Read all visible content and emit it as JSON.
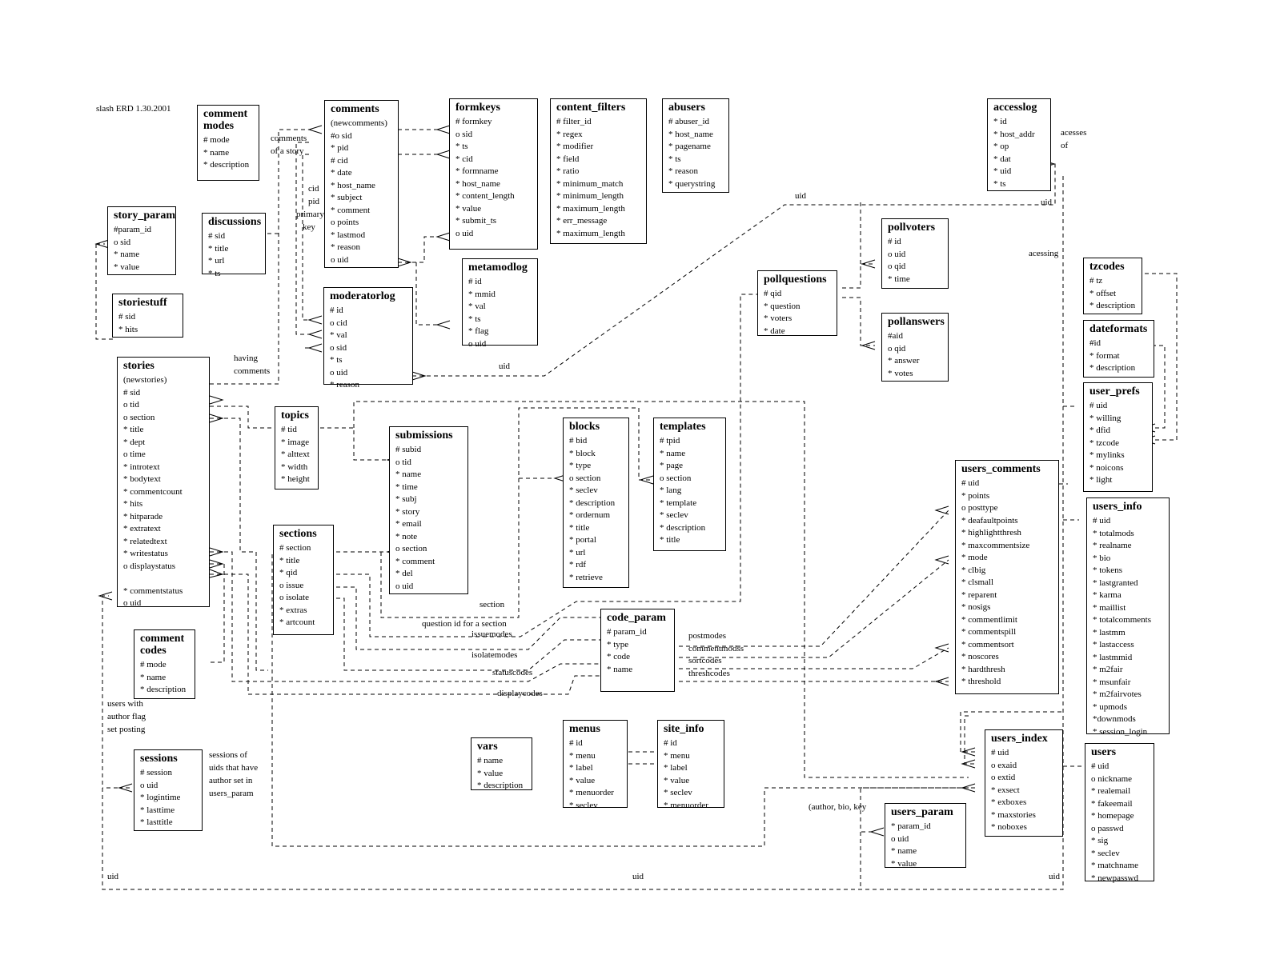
{
  "title": "slash ERD 1.30.2001",
  "entities": {
    "comment_modes": {
      "title": [
        "comment",
        "modes"
      ],
      "fields": [
        "# mode",
        "* name",
        "* description"
      ]
    },
    "comments": {
      "title": [
        "comments"
      ],
      "subtitle": "(newcomments)",
      "fields": [
        "#o sid",
        "*  pid",
        "#  cid",
        "* date",
        "* host_name",
        "* subject",
        "* comment",
        "o points",
        "* lastmod",
        "* reason",
        "o uid"
      ]
    },
    "formkeys": {
      "title": [
        "formkeys"
      ],
      "fields": [
        "# formkey",
        "o sid",
        "* ts",
        "* cid",
        "* formname",
        "* host_name",
        "* content_length",
        "* value",
        "* submit_ts",
        "o uid"
      ]
    },
    "content_filters": {
      "title": [
        "content_filters"
      ],
      "fields": [
        "# filter_id",
        "* regex",
        "* modifier",
        "* field",
        "* ratio",
        "* minimum_match",
        "* minimum_length",
        "* maximum_length",
        "* err_message",
        "* maximum_length"
      ]
    },
    "abusers": {
      "title": [
        "abusers"
      ],
      "fields": [
        "# abuser_id",
        "* host_name",
        "* pagename",
        "* ts",
        "* reason",
        "* querystring"
      ]
    },
    "accesslog": {
      "title": [
        "accesslog"
      ],
      "fields": [
        "*  id",
        "* host_addr",
        "* op",
        "* dat",
        "* uid",
        "* ts"
      ]
    },
    "story_param": {
      "title": [
        "story_param"
      ],
      "fields": [
        "#param_id",
        "o sid",
        "* name",
        "* value"
      ]
    },
    "discussions": {
      "title": [
        "discussions"
      ],
      "fields": [
        "# sid",
        "* title",
        "* url",
        "* ts"
      ]
    },
    "storiestuff": {
      "title": [
        "storiestuff"
      ],
      "fields": [
        "# sid",
        "* hits"
      ]
    },
    "moderatorlog": {
      "title": [
        "moderatorlog"
      ],
      "fields": [
        "# id",
        "o cid",
        "* val",
        "o sid",
        "* ts",
        "o uid",
        "* reason"
      ]
    },
    "metamodlog": {
      "title": [
        "metamodlog"
      ],
      "fields": [
        "#  id",
        "*  mmid",
        "*  val",
        "* ts",
        "* flag",
        "o uid"
      ]
    },
    "pollvoters": {
      "title": [
        "pollvoters"
      ],
      "fields": [
        "# id",
        "o uid",
        "o qid",
        "* time"
      ]
    },
    "pollquestions": {
      "title": [
        "pollquestions"
      ],
      "fields": [
        "# qid",
        "* question",
        "* voters",
        "* date"
      ]
    },
    "pollanswers": {
      "title": [
        "pollanswers"
      ],
      "fields": [
        "#aid",
        "o qid",
        "* answer",
        "* votes"
      ]
    },
    "tzcodes": {
      "title": [
        "tzcodes"
      ],
      "fields": [
        "# tz",
        "* offset",
        "* description"
      ]
    },
    "dateformats": {
      "title": [
        "dateformats"
      ],
      "fields": [
        "#id",
        "* format",
        "* description"
      ]
    },
    "user_prefs": {
      "title": [
        "user_prefs"
      ],
      "fields": [
        "# uid",
        "* willing",
        "* dfid",
        "* tzcode",
        "* mylinks",
        "* noicons",
        "* light"
      ]
    },
    "stories": {
      "title": [
        "stories"
      ],
      "subtitle": "(newstories)",
      "fields": [
        "# sid",
        "o tid",
        "o section",
        "* title",
        "* dept",
        "o time",
        "* introtext",
        "* bodytext",
        "* commentcount",
        "* hits",
        "* hitparade",
        "* extratext",
        "* relatedtext",
        "* writestatus",
        "o displaystatus",
        "",
        "* commentstatus",
        "o uid"
      ]
    },
    "topics": {
      "title": [
        "topics"
      ],
      "fields": [
        "# tid",
        "* image",
        "* alttext",
        "* width",
        "* height"
      ]
    },
    "submissions": {
      "title": [
        "submissions"
      ],
      "fields": [
        "# subid",
        "o tid",
        "* name",
        "* time",
        "* subj",
        "* story",
        "* email",
        "* note",
        "o section",
        "* comment",
        "* del",
        "o uid"
      ]
    },
    "blocks": {
      "title": [
        "blocks"
      ],
      "fields": [
        "# bid",
        "* block",
        "* type",
        "o section",
        "* seclev",
        "* description",
        "* ordernum",
        "* title",
        "* portal",
        "* url",
        "* rdf",
        "* retrieve"
      ]
    },
    "templates": {
      "title": [
        "templates"
      ],
      "fields": [
        "# tpid",
        "* name",
        "* page",
        "o section",
        "* lang",
        "* template",
        "* seclev",
        "* description",
        "* title"
      ]
    },
    "sections": {
      "title": [
        "sections"
      ],
      "fields": [
        "# section",
        "* title",
        "* qid",
        "o  issue",
        "o isolate",
        "* extras",
        "* artcount"
      ]
    },
    "users_comments": {
      "title": [
        "users_comments"
      ],
      "fields": [
        "# uid",
        "* points",
        "o posttype",
        "* deafaultpoints",
        "* highlightthresh",
        "* maxcommentsize",
        "* mode",
        "* clbig",
        "* clsmall",
        "* reparent",
        "* nosigs",
        "* commentlimit",
        "* commentspill",
        "* commentsort",
        "* noscores",
        "* hardthresh",
        "* threshold"
      ]
    },
    "users_info": {
      "title": [
        "users_info"
      ],
      "fields": [
        "# uid",
        "* totalmods",
        "* realname",
        "* bio",
        "* tokens",
        "* lastgranted",
        "* karma",
        "* maillist",
        "* totalcomments",
        "* lastmm",
        "* lastaccess",
        "* lastmmid",
        "* m2fair",
        "* msunfair",
        "* m2fairvotes",
        "* upmods",
        "*downmods",
        "* session_login"
      ]
    },
    "comment_codes": {
      "title": [
        "comment",
        "codes"
      ],
      "fields": [
        "# mode",
        "* name",
        "* description"
      ]
    },
    "code_param": {
      "title": [
        "code_param"
      ],
      "fields": [
        "# param_id",
        "* type",
        "* code",
        "* name"
      ]
    },
    "sessions": {
      "title": [
        "sessions"
      ],
      "fields": [
        "# session",
        "o uid",
        "* logintime",
        "* lasttime",
        "* lasttitle"
      ]
    },
    "vars": {
      "title": [
        "vars"
      ],
      "fields": [
        "# name",
        "* value",
        "* description"
      ]
    },
    "menus": {
      "title": [
        "menus"
      ],
      "fields": [
        "# id",
        "* menu",
        "* label",
        "* value",
        "* menuorder",
        "* seclev"
      ]
    },
    "site_info": {
      "title": [
        "site_info"
      ],
      "fields": [
        "# id",
        "* menu",
        "* label",
        "* value",
        "* seclev",
        "* menuorder"
      ]
    },
    "users_index": {
      "title": [
        "users_index"
      ],
      "fields": [
        "# uid",
        "o exaid",
        "o extid",
        "* exsect",
        "* exboxes",
        "* maxstories",
        "* noboxes"
      ]
    },
    "users_param": {
      "title": [
        "users_param"
      ],
      "fields": [
        "* param_id",
        "o uid",
        "* name",
        "* value"
      ]
    },
    "users": {
      "title": [
        "users"
      ],
      "fields": [
        "# uid",
        "o nickname",
        "* realemail",
        "* fakeemail",
        "* homepage",
        "o passwd",
        "* sig",
        "* seclev",
        "* matchname",
        "* newpasswd"
      ]
    }
  },
  "labels": {
    "comments_of_story_1": "comments",
    "comments_of_story_2": "of a story",
    "cid": "cid",
    "pid": "pid",
    "primary": "primary",
    "key": "key",
    "having_1": "having",
    "having_2": "comments",
    "uid_top": "uid",
    "uid_access": "uid",
    "acesses_1": "acesses",
    "acesses_2": "of",
    "acessing": "acessing",
    "uid_mod": "uid",
    "section_lbl": "section",
    "question_id": "question id for a section",
    "issuemodes": "issuemodes",
    "isolatemodes": "isolatemodes",
    "statuscodes": "statuscodes",
    "displaycodes": "displaycodes",
    "postmodes": "postmodes",
    "commentmodes": "commentmodss",
    "sortcodes": "sortcodes",
    "threshcodes": "threshcodes",
    "users_with_1": "users with",
    "users_with_2": "author flag",
    "users_with_3": "set posting",
    "sess_1": "sessions of",
    "sess_2": "uids that have",
    "sess_3": "author set in",
    "sess_4": "users_param",
    "author_bio": "(author,  bio, key",
    "uid_b1": "uid",
    "uid_b2": "uid",
    "uid_b3": "uid"
  }
}
